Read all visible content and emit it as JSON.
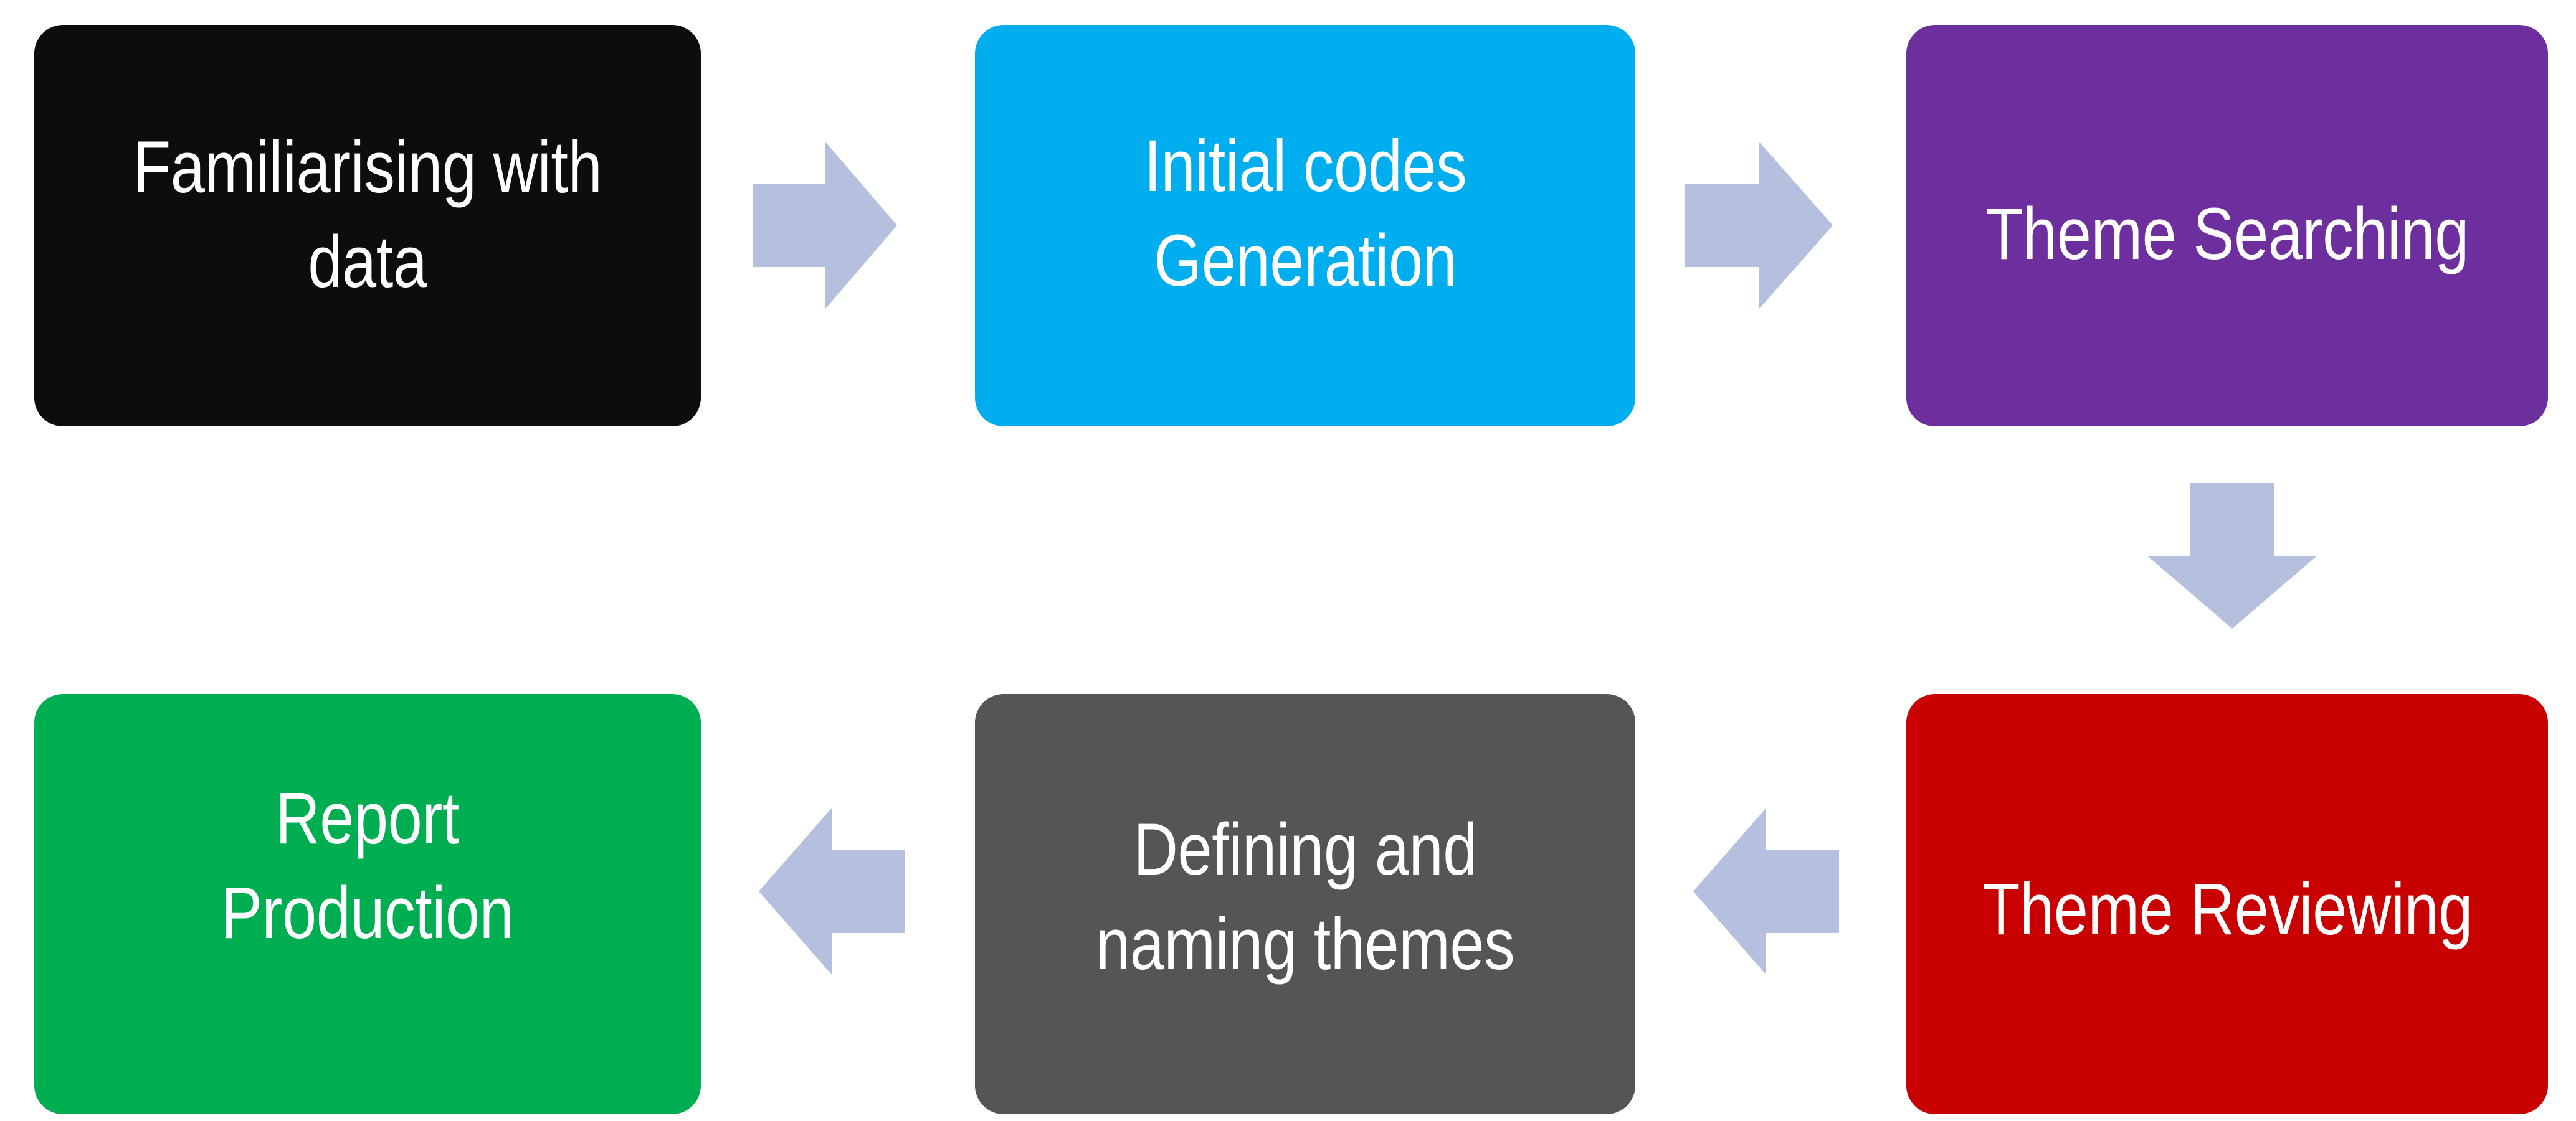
{
  "diagram": {
    "title": "Thematic analysis process flowchart",
    "arrow_color": "#B4C0DE",
    "nodes": [
      {
        "id": "familiarising",
        "label": "Familiarising with\ndata",
        "fill": "#0D0D0D",
        "text_color": "#FFFFFF",
        "step": 1
      },
      {
        "id": "initial-codes",
        "label": "Initial codes\nGeneration",
        "fill": "#00AEEF",
        "text_color": "#FFFFFF",
        "step": 2
      },
      {
        "id": "theme-searching",
        "label": "Theme Searching",
        "fill": "#6E2F9E",
        "text_color": "#FFFFFF",
        "step": 3
      },
      {
        "id": "theme-reviewing",
        "label": "Theme Reviewing",
        "fill": "#C80000",
        "text_color": "#FFFFFF",
        "step": 4
      },
      {
        "id": "defining-naming",
        "label": "Defining and\nnaming themes",
        "fill": "#555555",
        "text_color": "#FFFFFF",
        "step": 5
      },
      {
        "id": "report-production",
        "label": "Report\nProduction",
        "fill": "#00AE52",
        "text_color": "#FFFFFF",
        "step": 6
      }
    ],
    "arrows": [
      {
        "id": "familiarising-to-initial",
        "from": "familiarising",
        "to": "initial-codes",
        "direction": "right"
      },
      {
        "id": "initial-to-searching",
        "from": "initial-codes",
        "to": "theme-searching",
        "direction": "right"
      },
      {
        "id": "searching-to-reviewing",
        "from": "theme-searching",
        "to": "theme-reviewing",
        "direction": "down"
      },
      {
        "id": "reviewing-to-defining",
        "from": "theme-reviewing",
        "to": "defining-naming",
        "direction": "left"
      },
      {
        "id": "defining-to-report",
        "from": "defining-naming",
        "to": "report-production",
        "direction": "left"
      }
    ]
  }
}
